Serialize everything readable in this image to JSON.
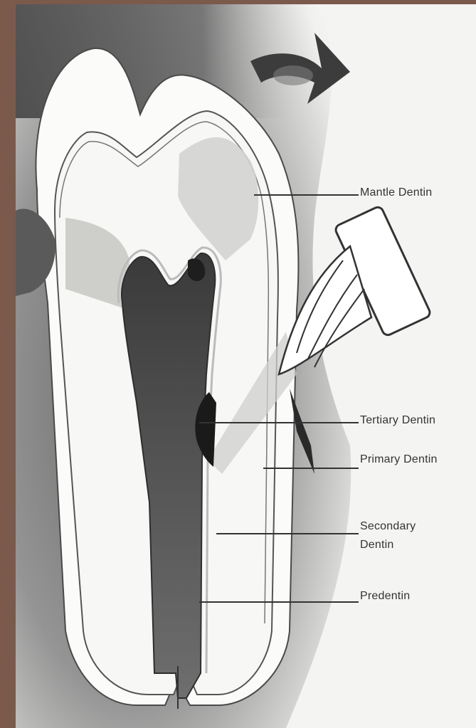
{
  "diagram": {
    "labels": {
      "mantle_dentin": "Mantle Dentin",
      "tertiary_dentin": "Tertiary Dentin",
      "primary_dentin": "Primary Dentin",
      "secondary_dentin_line1": "Secondary",
      "secondary_dentin_line2": "Dentin",
      "predentin": "Predentin"
    }
  }
}
